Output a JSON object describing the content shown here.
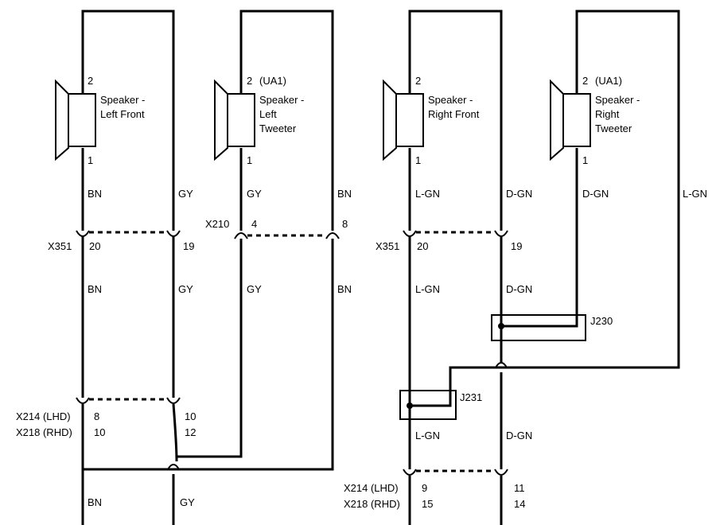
{
  "speakers": {
    "left_front": {
      "pin_top": "2",
      "pin_bottom": "1",
      "name_line1": "Speaker -",
      "name_line2": "Left Front"
    },
    "left_tweeter": {
      "pin_top": "2",
      "tag": "(UA1)",
      "pin_bottom": "1",
      "name_line1": "Speaker -",
      "name_line2": "Left",
      "name_line3": "Tweeter"
    },
    "right_front": {
      "pin_top": "2",
      "pin_bottom": "1",
      "name_line1": "Speaker -",
      "name_line2": "Right Front"
    },
    "right_tweeter": {
      "pin_top": "2",
      "tag": "(UA1)",
      "pin_bottom": "1",
      "name_line1": "Speaker -",
      "name_line2": "Right",
      "name_line3": "Tweeter"
    }
  },
  "wires": {
    "w1": "BN",
    "w2": "GY",
    "w3": "GY",
    "w4": "BN",
    "w5": "L-GN",
    "w6": "D-GN",
    "w7": "D-GN",
    "w8": "L-GN",
    "w1b": "BN",
    "w2b": "GY",
    "w3b": "GY",
    "w4b": "BN",
    "w5b": "L-GN",
    "w6b": "D-GN",
    "w5c": "L-GN",
    "w6c": "D-GN",
    "w1c": "BN",
    "w2c": "GY"
  },
  "connectors": {
    "x351_left": {
      "name": "X351",
      "pin_a": "20",
      "pin_b": "19"
    },
    "x210": {
      "name": "X210",
      "pin_a": "4",
      "pin_b": "8"
    },
    "x351_right": {
      "name": "X351",
      "pin_a": "20",
      "pin_b": "19"
    },
    "x214_left": {
      "name_lhd": "X214 (LHD)",
      "name_rhd": "X218 (RHD)",
      "pin_a_lhd": "8",
      "pin_a_rhd": "10",
      "pin_b_lhd": "10",
      "pin_b_rhd": "12"
    },
    "x214_right": {
      "name_lhd": "X214 (LHD)",
      "name_rhd": "X218 (RHD)",
      "pin_a_lhd": "9",
      "pin_a_rhd": "15",
      "pin_b_lhd": "11",
      "pin_b_rhd": "14"
    }
  },
  "splices": {
    "j230": "J230",
    "j231": "J231"
  }
}
